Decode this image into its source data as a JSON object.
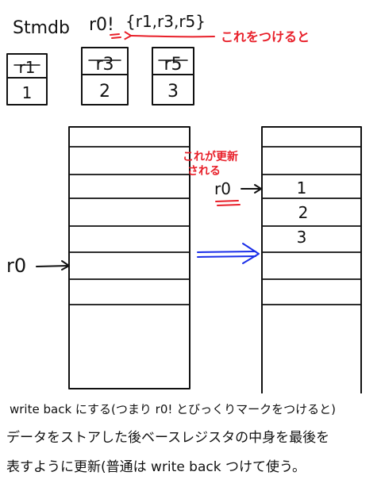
{
  "header": {
    "instruction": "Stmdb",
    "base_register": "r0!",
    "register_list": "{r1,r3,r5}",
    "note_red": "これをつけると"
  },
  "registers": [
    {
      "name": "r1",
      "value": "1"
    },
    {
      "name": "r3",
      "value": "2"
    },
    {
      "name": "r5",
      "value": "3"
    }
  ],
  "left_stack": {
    "pointer_label": "r0"
  },
  "right_stack": {
    "note_red": [
      "これが更新",
      "される"
    ],
    "pointer_label": "r0",
    "stored_values": [
      "1",
      "2",
      "3"
    ]
  },
  "footer": {
    "lines": [
      "write back にする(つまり r0! とびっくりマークをつけると)",
      "データをストアした後ベースレジスタの中身を最後を",
      "表すように更新(普通は write back つけて使う。"
    ]
  },
  "colors": {
    "ink": "#111111",
    "annotation": "#e8202a",
    "transition_arrow": "#1a2ee8"
  }
}
